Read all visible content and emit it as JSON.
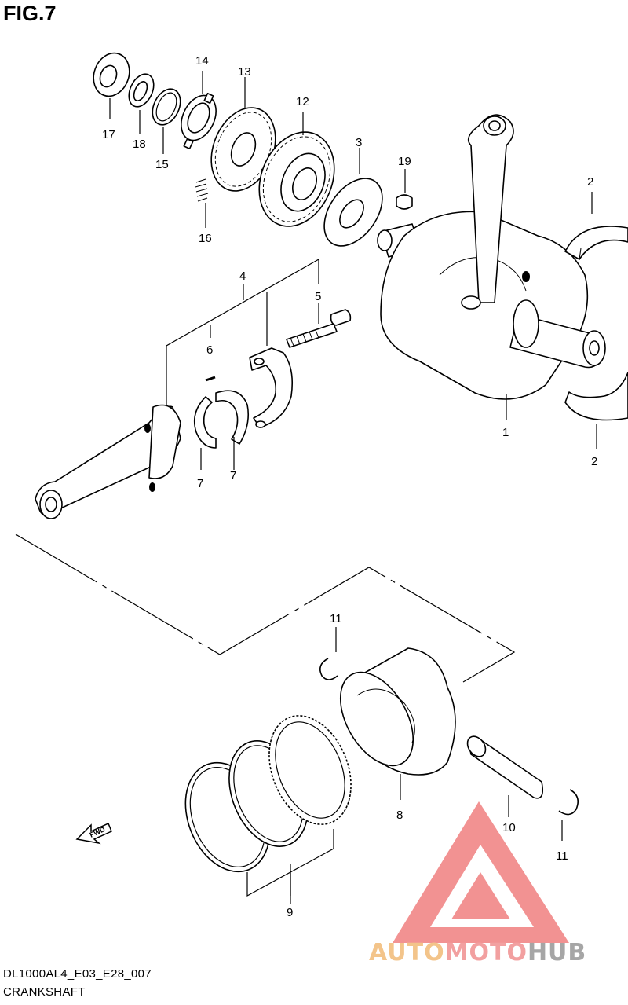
{
  "figure": {
    "title": "FIG.7",
    "code": "DL1000AL4_E03_E28_007",
    "name": "CRANKSHAFT"
  },
  "parts": [
    {
      "id": "p1",
      "number": "1"
    },
    {
      "id": "p2a",
      "number": "2"
    },
    {
      "id": "p2b",
      "number": "2"
    },
    {
      "id": "p3",
      "number": "3"
    },
    {
      "id": "p4",
      "number": "4"
    },
    {
      "id": "p5",
      "number": "5"
    },
    {
      "id": "p6",
      "number": "6"
    },
    {
      "id": "p7a",
      "number": "7"
    },
    {
      "id": "p7b",
      "number": "7"
    },
    {
      "id": "p8",
      "number": "8"
    },
    {
      "id": "p9",
      "number": "9"
    },
    {
      "id": "p10",
      "number": "10"
    },
    {
      "id": "p11a",
      "number": "11"
    },
    {
      "id": "p11b",
      "number": "11"
    },
    {
      "id": "p12",
      "number": "12"
    },
    {
      "id": "p13",
      "number": "13"
    },
    {
      "id": "p14",
      "number": "14"
    },
    {
      "id": "p15",
      "number": "15"
    },
    {
      "id": "p16",
      "number": "16"
    },
    {
      "id": "p17",
      "number": "17"
    },
    {
      "id": "p18",
      "number": "18"
    },
    {
      "id": "p19",
      "number": "19"
    }
  ],
  "fwd_arrow": {
    "label": "FWD"
  },
  "watermark": {
    "part1": "AUTO",
    "part2": "MOTO",
    "part3": "HUB",
    "colors": {
      "auto": "#f3c48a",
      "moto": "#f2a0a0",
      "hub": "#a6a6a6",
      "logo": "#f08080"
    }
  }
}
